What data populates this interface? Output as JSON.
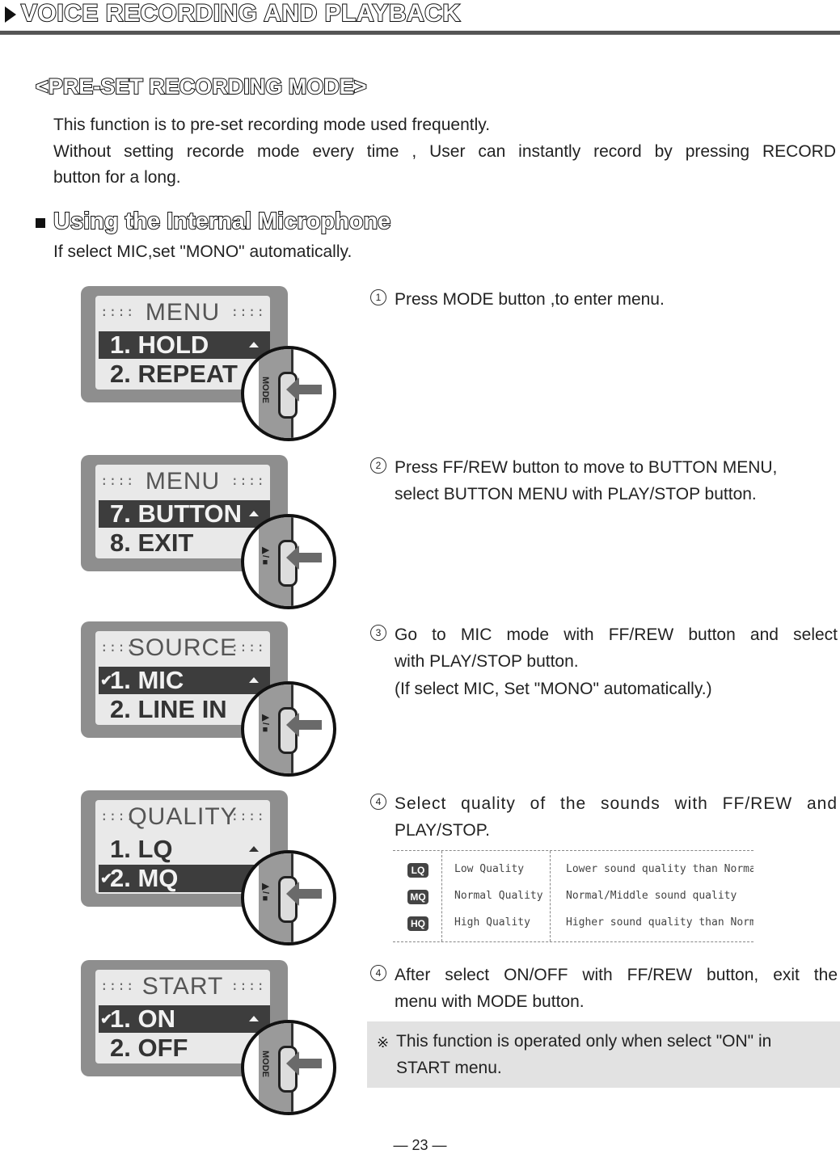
{
  "header": {
    "title": "VOICE RECORDING AND PLAYBACK"
  },
  "section": {
    "title": "<PRE-SET RECORDING MODE>",
    "lines": [
      "This function is to pre-set recording mode used frequently.",
      "Without setting recorde mode every time , User can instantly record by pressing RECORD",
      "button for a long."
    ]
  },
  "subsection": {
    "title": "Using the Internal Microphone",
    "note": "If select MIC,set \"MONO\" automatically."
  },
  "screens": [
    {
      "title": "MENU",
      "row1": "1. HOLD",
      "row2": "2. REPEAT",
      "dots": "::::",
      "button_label": "MODE"
    },
    {
      "title": "MENU",
      "row1": "7. BUTTON",
      "row2": "8. EXIT",
      "dots": "::::",
      "button_label": "▶/■"
    },
    {
      "title": "SOURCE",
      "row1": "1. MIC",
      "row2": "2. LINE IN",
      "dots": "::::",
      "check": "✔",
      "button_label": "▶/■"
    },
    {
      "title": "QUALITY",
      "row1": "1. LQ",
      "row2": "2. MQ",
      "dots": "::::",
      "check": "✔",
      "button_label": "▶/■"
    },
    {
      "title": "START",
      "row1": "1. ON",
      "row2": "2. OFF",
      "dots": "::::",
      "check": "✔",
      "button_label": "MODE"
    }
  ],
  "steps": [
    {
      "num": "1",
      "text": "Press MODE button ,to enter menu."
    },
    {
      "num": "2",
      "line1": "Press FF/REW button to move to BUTTON MENU,",
      "line2": "select BUTTON MENU with PLAY/STOP button."
    },
    {
      "num": "3",
      "line1": "Go to MIC mode with FF/REW button and select",
      "line2": "with PLAY/STOP button.",
      "line3": "(If select MIC, Set \"MONO\" automatically.)"
    },
    {
      "num": "4",
      "line1": "Select quality of the sounds with FF/REW and",
      "line2": "PLAY/STOP."
    },
    {
      "num": "4",
      "line1": "After select ON/OFF with FF/REW button, exit the",
      "line2": "menu with MODE button."
    }
  ],
  "quality_table": [
    {
      "badge": "LQ",
      "name": "Low Quality",
      "desc": "Lower sound quality than Normal"
    },
    {
      "badge": "MQ",
      "name": "Normal Quality",
      "desc": "Normal/Middle sound quality"
    },
    {
      "badge": "HQ",
      "name": "High Quality",
      "desc": "Higher sound quality than Normal"
    }
  ],
  "note": {
    "mark": "※",
    "line1": "This function is operated only when select \"ON\"  in",
    "line2": "START menu."
  },
  "page_number": "— 23 —"
}
